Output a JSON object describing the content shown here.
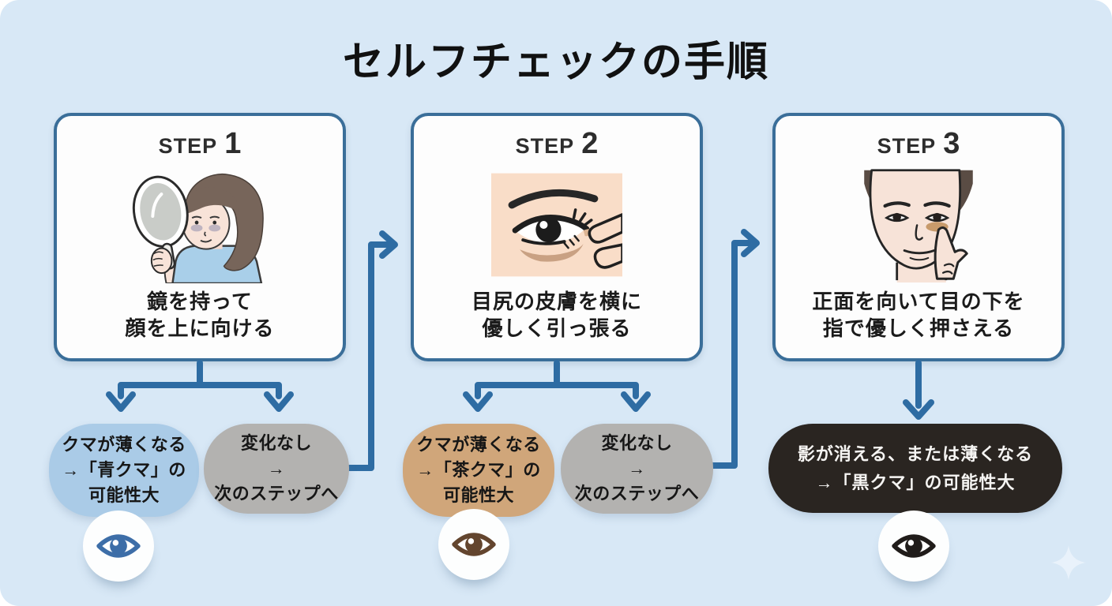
{
  "page": {
    "title": "セルフチェックの手順"
  },
  "steps": [
    {
      "label_word": "STEP",
      "label_number": "1",
      "illustration": "woman-holding-hand-mirror",
      "captions": [
        "鏡を持って",
        "顔を上に向ける"
      ]
    },
    {
      "label_word": "STEP",
      "label_number": "2",
      "illustration": "eye-skin-pulled-sideways",
      "captions": [
        "目尻の皮膚を横に",
        "優しく引っ張る"
      ]
    },
    {
      "label_word": "STEP",
      "label_number": "3",
      "illustration": "face-finger-pressing-under-eye",
      "captions": [
        "正面を向いて目の下を",
        "指で優しく押さえる"
      ]
    }
  ],
  "results": [
    {
      "id": "blue-kuma",
      "lines": [
        "クマが薄くなる",
        "→「青クマ」の",
        "可能性大"
      ],
      "bg": "#aacbe7",
      "text_color": "#161616"
    },
    {
      "id": "no-change-1",
      "lines": [
        "変化なし",
        "→",
        "次のステップへ"
      ],
      "bg": "#b3b2b0",
      "text_color": "#161616"
    },
    {
      "id": "brown-kuma",
      "lines": [
        "クマが薄くなる",
        "→「茶クマ」の",
        "可能性大"
      ],
      "bg": "#d0a67a",
      "text_color": "#161616"
    },
    {
      "id": "no-change-2",
      "lines": [
        "変化なし",
        "→",
        "次のステップへ"
      ],
      "bg": "#b3b2b0",
      "text_color": "#161616"
    },
    {
      "id": "black-kuma",
      "lines": [
        "影が消える、または薄くなる",
        "→「黒クマ」の可能性大"
      ],
      "bg": "#2a2521",
      "text_color": "#f6f5f3"
    }
  ],
  "eye_icons": [
    {
      "name": "blue-eye-icon",
      "color": "#3d6ea8"
    },
    {
      "name": "brown-eye-icon",
      "color": "#63452e"
    },
    {
      "name": "black-eye-icon",
      "color": "#201c1a"
    }
  ],
  "decor": {
    "sparkle_icon": "four-point-star",
    "sparkle_color": "#e9f2fb"
  },
  "colors": {
    "background": "#d8e8f6",
    "card_bg": "#fdfdfd",
    "card_border": "#3a6e99",
    "arrow": "#2e6ca3",
    "title": "#111111"
  }
}
